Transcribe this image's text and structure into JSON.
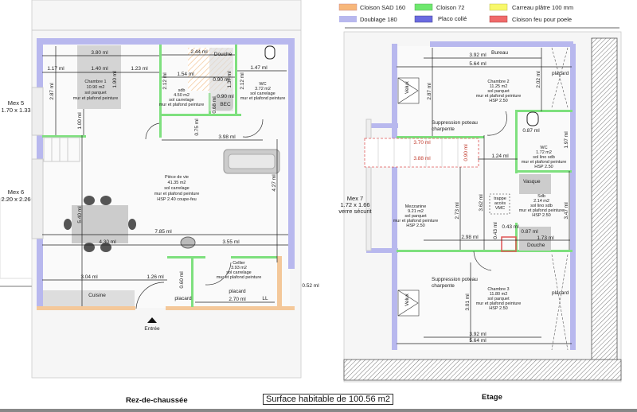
{
  "legend": [
    {
      "label": "Cloison SAD 160",
      "color": "#f7b77a"
    },
    {
      "label": "Cloison 72",
      "color": "#6ee86e"
    },
    {
      "label": "Carreau plâtre 100 mm",
      "color": "#f8f86a"
    },
    {
      "label": "Doublage 180",
      "color": "#b8b8ee"
    },
    {
      "label": "Placo collé",
      "color": "#6a6ae0"
    },
    {
      "label": "Cloison feu pour poele",
      "color": "#f06a6a"
    }
  ],
  "rdc": {
    "title": "Rez-de-chaussée",
    "windows": [
      {
        "name": "Mex 5",
        "size": "1.70 x 1.33"
      },
      {
        "name": "Mex 6",
        "size": "2.20 x 2.26"
      }
    ],
    "rooms": {
      "chambre1": [
        "Chambre 1",
        "10.90 m2",
        "sol parquet",
        "mur et plafond peinture"
      ],
      "sdb": [
        "sdb",
        "4.50 m2",
        "sol carrelage",
        "mur et plafond peinture"
      ],
      "wc": [
        "WC",
        "3.72 m2",
        "sol carrelage",
        "mur et plafond peinture"
      ],
      "piece": [
        "Pièce de vie",
        "41.35 m2",
        "sol carrelage",
        "mur et plafond peinture",
        "HSP 2.40 coupe-feu"
      ],
      "cellier": [
        "Cellier",
        "3.93 m2",
        "sol carrelage",
        "mur et plafond peinture"
      ]
    },
    "labels": {
      "douche": "Douche",
      "bec": "BEC",
      "cuisine": "Cuisine",
      "placard1": "placard",
      "placard2": "placard",
      "ll": "LL",
      "entree": "Entrée"
    },
    "dims": [
      "3.80 ml",
      "1.17 ml",
      "1.40 ml",
      "1.23 ml",
      "1.90 ml",
      "2.87 ml",
      "1.00 ml",
      "2.44 ml",
      "1.54 ml",
      "0.90 ml",
      "1.37 ml",
      "2.12 ml",
      "2.12 ml",
      "1.47 ml",
      "0.90 ml",
      "0.68 ml",
      "0.75 ml",
      "3.98 ml",
      "5.40 ml",
      "4.27 ml",
      "7.85 ml",
      "4.30 ml",
      "3.55 ml",
      "3.04 ml",
      "1.26 ml",
      "2.70 ml",
      "0.52 ml",
      "0.60 ml"
    ]
  },
  "etage": {
    "title": "Etage",
    "windows": [
      {
        "name": "Mex 7",
        "size": "1.72 x 1.66",
        "note": "verre sécurit"
      }
    ],
    "rooms": {
      "chambre2": [
        "Chambre 2",
        "11.25 m2",
        "sol parquet",
        "mur et plafond peinture",
        "HSP 2.50"
      ],
      "wc": [
        "WC",
        "1.72 m2",
        "sol lino sdb",
        "mur et plafond peinture",
        "HSP 2.50"
      ],
      "sdb": [
        "Sdb",
        "2.14 m2",
        "sol lino sdb",
        "mur et plafond peinture",
        "HSP 2.50"
      ],
      "mezzanine": [
        "Mezzanine",
        "9.21 m2",
        "sol parquet",
        "mur et plafond peinture",
        "HSP 2.50"
      ],
      "chambre3": [
        "Chambre 3",
        "11.80 m2",
        "sol parquet",
        "mur et plafond peinture",
        "HSP 2.50"
      ]
    },
    "labels": {
      "bureau": "Bureau",
      "placard1": "placard",
      "placard2": "placard",
      "velux1": "Velux",
      "velux2": "Velux",
      "vasque": "Vasque",
      "douche": "Douche",
      "poteau1": [
        "Suppression poteau",
        "charpente"
      ],
      "poteau2": [
        "Suppression poteau",
        "charpente"
      ],
      "vmc": [
        "trappe",
        "accès",
        "VMC"
      ]
    },
    "dims": [
      "3.92 ml",
      "5.64 ml",
      "2.87 ml",
      "2.02 ml",
      "0.87 ml",
      "1.97 ml",
      "3.70 ml",
      "3.88 ml",
      "0.90 ml",
      "1.24 ml",
      "3.62 ml",
      "2.73 ml",
      "3.47 ml",
      "0.43 ml",
      "0.43 ml",
      "0.87 ml",
      "1.73 ml",
      "2.98 ml",
      "3.01 ml",
      "3.92 ml",
      "5.64 ml"
    ]
  },
  "surface": "Surface habitable de 100.56 m2"
}
